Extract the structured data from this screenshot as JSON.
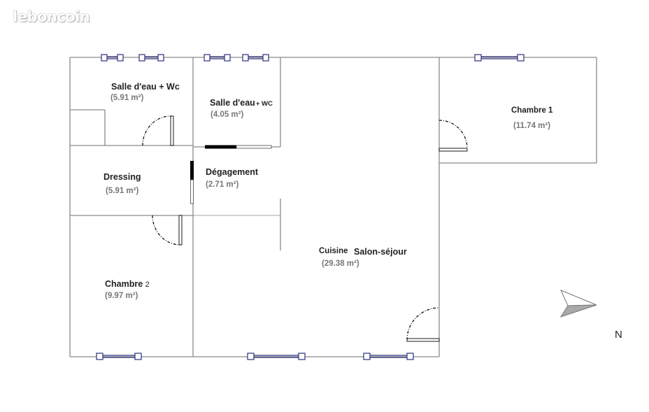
{
  "watermark": "leboncoin",
  "rooms": {
    "salle_eau_wc_1": {
      "name": "Salle d'eau + Wc",
      "area": "(5.91 m²)"
    },
    "salle_eau_wc_2": {
      "name": "Salle d'eau",
      "suffix": "+ WC",
      "area": "(4.05 m²)"
    },
    "chambre_1": {
      "name": "Chambre 1",
      "area": "(11.74 m²)"
    },
    "dressing": {
      "name": "Dressing",
      "area": "(5.91 m²)"
    },
    "degagement": {
      "name": "Dégagement",
      "area": "(2.71 m²)"
    },
    "cuisine_salon": {
      "name_a": "Cuisine",
      "name_b": "Salon-séjour",
      "area": "(29.38 m²)"
    },
    "chambre_2": {
      "name": "Chambre",
      "suffix": "2",
      "area": "(9.97 m²)"
    }
  },
  "compass": {
    "label": "N"
  },
  "colors": {
    "wall": "#8a8a8a",
    "window": "#2b2f7a",
    "door": "#000000"
  }
}
